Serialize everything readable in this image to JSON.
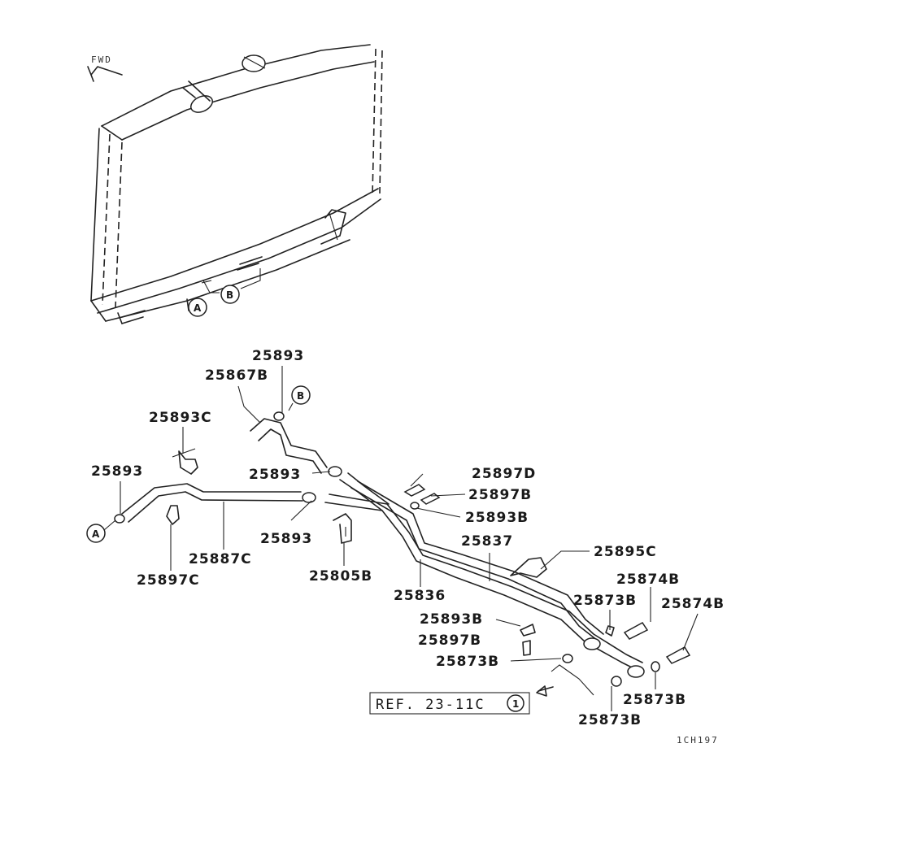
{
  "fwd_label": "FWD",
  "corner_code": "1CH197",
  "reference": {
    "text": "REF. 23-11C",
    "circle": "1"
  },
  "callouts": {
    "top_a": "A",
    "top_b": "B",
    "mid_b": "B",
    "mid_a": "A"
  },
  "labels": [
    "25893",
    "25867B",
    "25893C",
    "25893",
    "25893",
    "25893",
    "25897D",
    "25897B",
    "25893B",
    "25837",
    "25895C",
    "25887C",
    "25897C",
    "25805B",
    "25836",
    "25874B",
    "25873B",
    "25874B",
    "25893B",
    "25897B",
    "25873B",
    "25873B",
    "25873B"
  ]
}
